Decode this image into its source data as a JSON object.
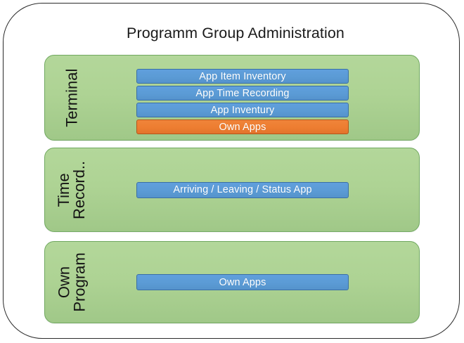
{
  "diagram": {
    "title": "Programm Group Administration",
    "colors": {
      "bar_blue": "#5B9BD5",
      "bar_orange": "#ED7D31",
      "panel_green": "#AED394",
      "panel_border_green": "#70A860",
      "frame_border": "#2B2B2B",
      "bar_text": "#FFFFFF",
      "label_text": "#141414"
    },
    "groups": [
      {
        "id": "terminal",
        "label_lines": [
          "Terminal"
        ],
        "items": [
          {
            "label": "App Item Inventory",
            "color": "blue"
          },
          {
            "label": "App Time Recording",
            "color": "blue"
          },
          {
            "label": "App Inventury",
            "color": "blue"
          },
          {
            "label": "Own Apps",
            "color": "orange"
          }
        ]
      },
      {
        "id": "time-recording",
        "label_lines": [
          "Time",
          "Record.."
        ],
        "items": [
          {
            "label": "Arriving / Leaving / Status App",
            "color": "blue"
          }
        ]
      },
      {
        "id": "own-program",
        "label_lines": [
          "Own",
          "Program"
        ],
        "items": [
          {
            "label": "Own Apps",
            "color": "blue"
          }
        ]
      }
    ]
  }
}
